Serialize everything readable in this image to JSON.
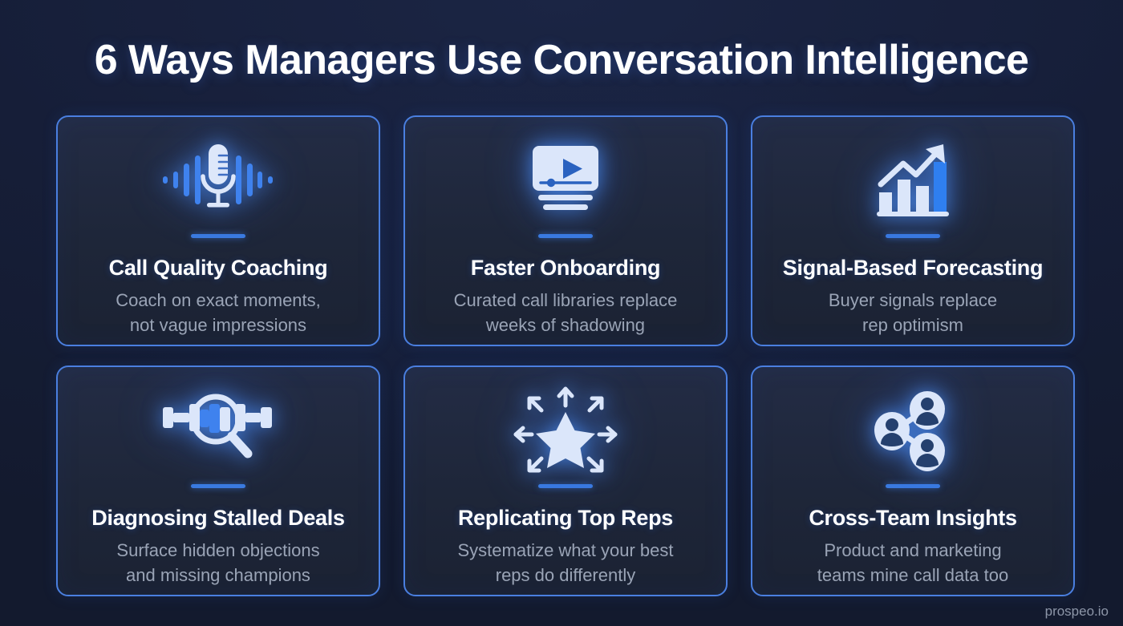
{
  "header": {
    "title": "6 Ways Managers Use Conversation Intelligence"
  },
  "watermark": {
    "text": "prospeo.io"
  },
  "theme": {
    "background_dark": "#141c33",
    "card_border": "#4a7fe0",
    "card_fill": "#232c45",
    "divider": "#3a7ae0",
    "icon_light": "#dbe6fa",
    "icon_accent": "#2f7ff0",
    "title_color": "#ffffff",
    "subtitle_color": "#9aa4b6"
  },
  "cards": [
    {
      "icon": "microphone-waveform-icon",
      "title": "Call Quality Coaching",
      "subtitle_line1": "Coach on exact moments,",
      "subtitle_line2": "not vague impressions"
    },
    {
      "icon": "video-library-icon",
      "title": "Faster Onboarding",
      "subtitle_line1": "Curated call libraries replace",
      "subtitle_line2": "weeks of shadowing"
    },
    {
      "icon": "growth-bar-chart-icon",
      "title": "Signal-Based Forecasting",
      "subtitle_line1": "Buyer signals replace",
      "subtitle_line2": "rep optimism"
    },
    {
      "icon": "magnifier-waveform-icon",
      "title": "Diagnosing Stalled Deals",
      "subtitle_line1": "Surface hidden objections",
      "subtitle_line2": "and missing champions"
    },
    {
      "icon": "star-radiating-arrows-icon",
      "title": "Replicating Top Reps",
      "subtitle_line1": "Systematize what your best",
      "subtitle_line2": "reps do differently"
    },
    {
      "icon": "people-network-share-icon",
      "title": "Cross-Team Insights",
      "subtitle_line1": "Product and marketing",
      "subtitle_line2": "teams mine call data too"
    }
  ]
}
